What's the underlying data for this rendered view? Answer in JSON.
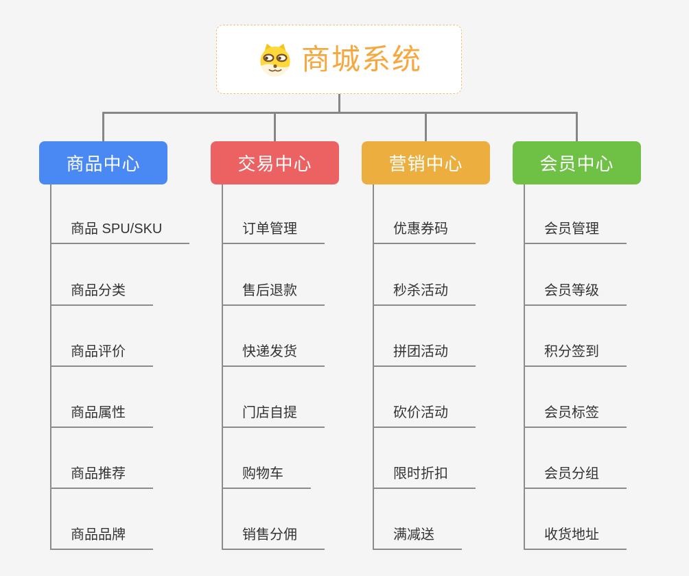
{
  "root": {
    "title": "商城系统",
    "icon": "dog-face-icon"
  },
  "branches": [
    {
      "label": "商品中心",
      "color": "#4a89f3",
      "children": [
        "商品 SPU/SKU",
        "商品分类",
        "商品评价",
        "商品属性",
        "商品推荐",
        "商品品牌"
      ]
    },
    {
      "label": "交易中心",
      "color": "#ec6161",
      "children": [
        "订单管理",
        "售后退款",
        "快递发货",
        "门店自提",
        "购物车",
        "销售分佣"
      ]
    },
    {
      "label": "营销中心",
      "color": "#ecae3e",
      "children": [
        "优惠券码",
        "秒杀活动",
        "拼团活动",
        "砍价活动",
        "限时折扣",
        "满减送"
      ]
    },
    {
      "label": "会员中心",
      "color": "#6ec145",
      "children": [
        "会员管理",
        "会员等级",
        "积分签到",
        "会员标签",
        "会员分组",
        "收货地址"
      ]
    }
  ],
  "colors": {
    "background": "#f5f5f6",
    "connector": "#868686",
    "leaf_underline": "#8b8b8b",
    "leaf_text": "#333333",
    "root_text": "#f6a73e",
    "root_border": "#f0c279",
    "root_fill": "#ffffff"
  }
}
